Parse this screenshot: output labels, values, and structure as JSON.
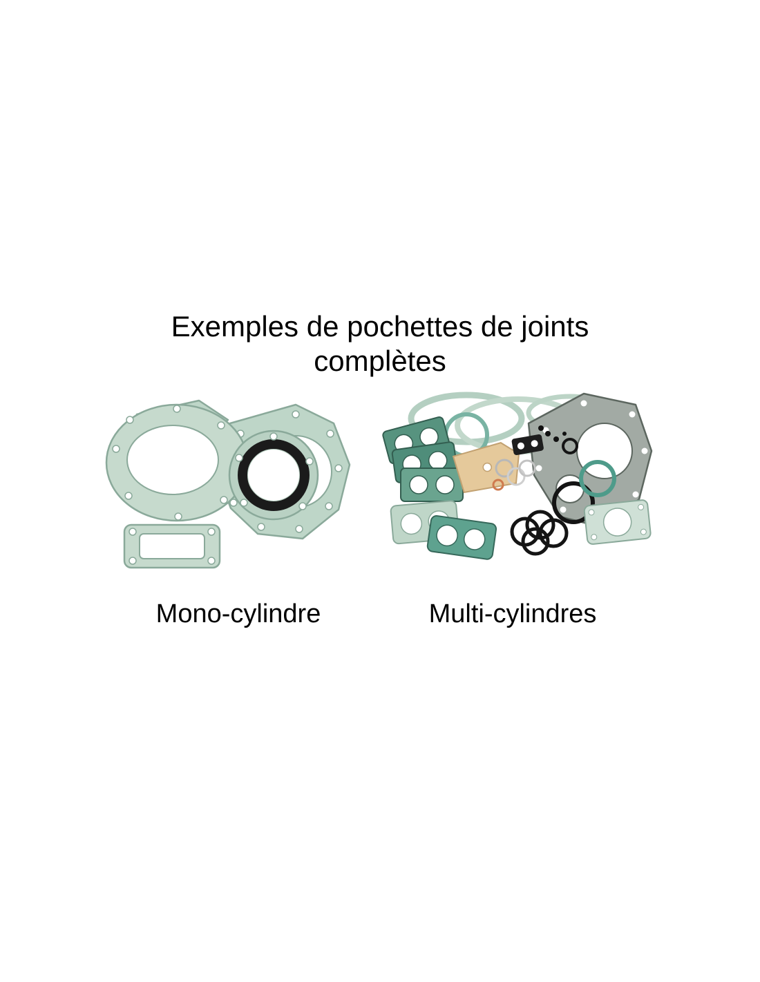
{
  "page": {
    "background_color": "#ffffff",
    "title": {
      "line1": "Exemples de pochettes de joints",
      "line2": "complètes"
    },
    "figures": [
      {
        "name": "mono-cylinder-complete-gasket-kit",
        "label": "Mono-cylindre"
      },
      {
        "name": "multi-cylinder-complete-gasket-kit",
        "label": "Multi-cylindres"
      }
    ],
    "colors": {
      "text": "#000000",
      "gasket_green_light": "#c6dacd",
      "gasket_green": "#bed6c8",
      "gasket_green_edge": "#8aa99a",
      "gasket_teal": "#5ea28f",
      "gasket_teal_dark": "#335e50",
      "gasket_gray": "#a2aaa4",
      "gasket_gray_edge": "#5c665f",
      "gasket_tan": "#e5c99b",
      "oring_black": "#141414"
    }
  }
}
